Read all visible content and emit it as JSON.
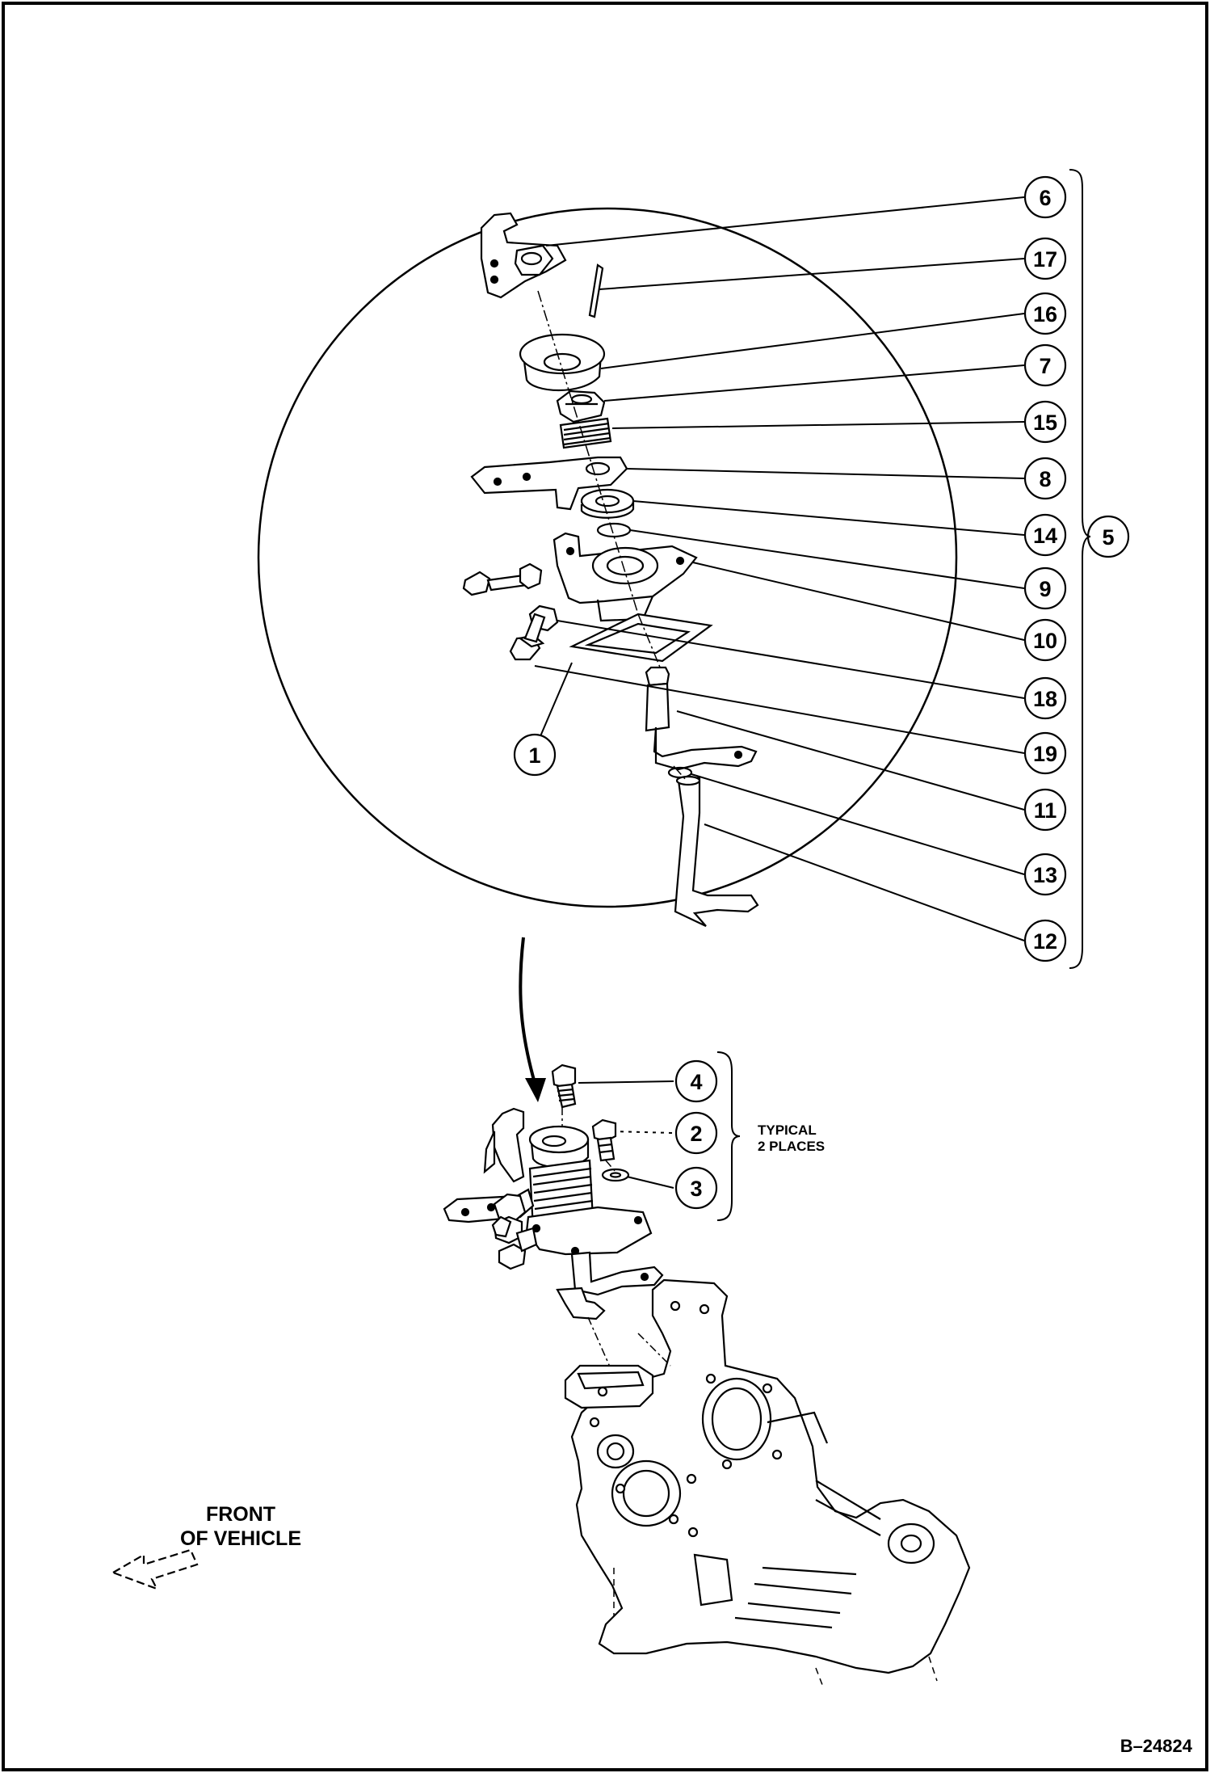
{
  "callouts": {
    "c1": "1",
    "c2": "2",
    "c3": "3",
    "c4": "4",
    "c5": "5",
    "c6": "6",
    "c7": "7",
    "c8": "8",
    "c9": "9",
    "c10": "10",
    "c11": "11",
    "c12": "12",
    "c13": "13",
    "c14": "14",
    "c15": "15",
    "c16": "16",
    "c17": "17",
    "c18": "18",
    "c19": "19"
  },
  "notes": {
    "typical_line1": "TYPICAL",
    "typical_line2": "2 PLACES",
    "front_line1": "FRONT",
    "front_line2": "OF VEHICLE"
  },
  "figure_id": "B–24824"
}
